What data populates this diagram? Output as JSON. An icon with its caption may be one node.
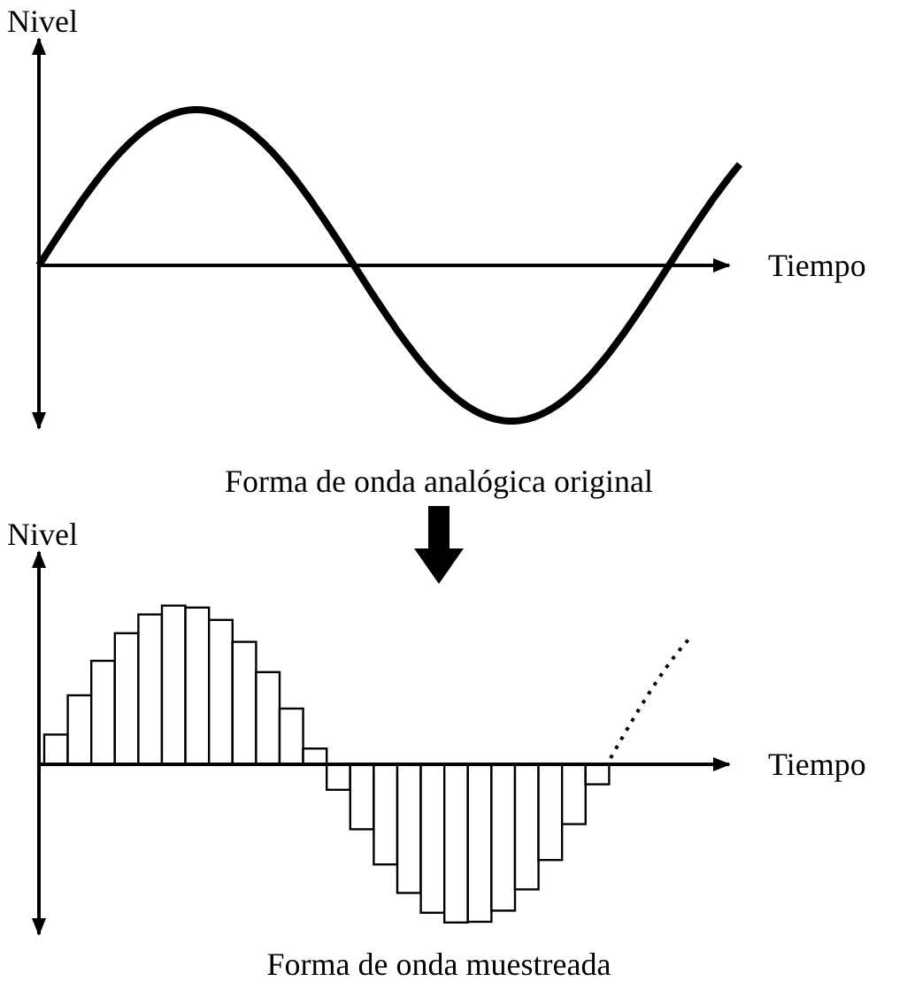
{
  "diagram": {
    "labels": [
      "Nivel",
      "Tiempo",
      "Forma de onda analógica original",
      "Nivel",
      "Tiempo",
      "Forma de onda muestreada"
    ]
  }
}
